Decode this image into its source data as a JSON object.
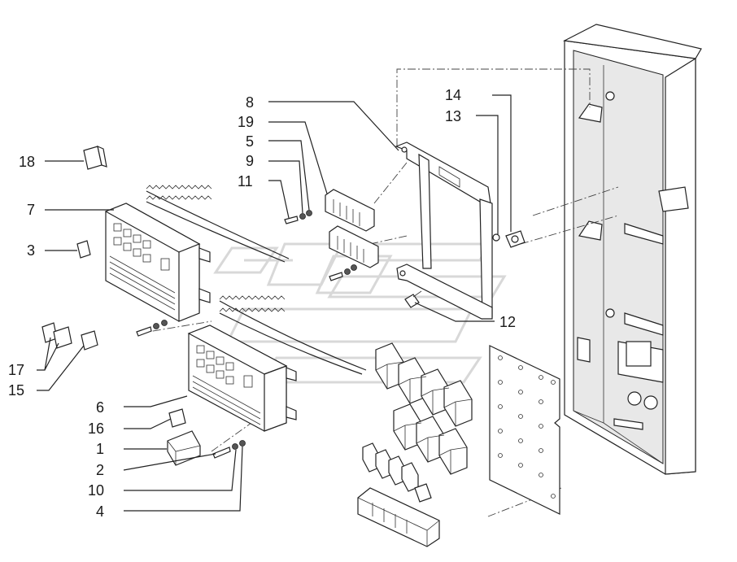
{
  "callouts": [
    {
      "number": "18"
    },
    {
      "number": "7"
    },
    {
      "number": "3"
    },
    {
      "number": "17"
    },
    {
      "number": "15"
    },
    {
      "number": "8"
    },
    {
      "number": "19"
    },
    {
      "number": "5"
    },
    {
      "number": "9"
    },
    {
      "number": "11"
    },
    {
      "number": "14"
    },
    {
      "number": "13"
    },
    {
      "number": "12"
    },
    {
      "number": "6"
    },
    {
      "number": "16"
    },
    {
      "number": "1"
    },
    {
      "number": "2"
    },
    {
      "number": "10"
    },
    {
      "number": "4"
    }
  ]
}
